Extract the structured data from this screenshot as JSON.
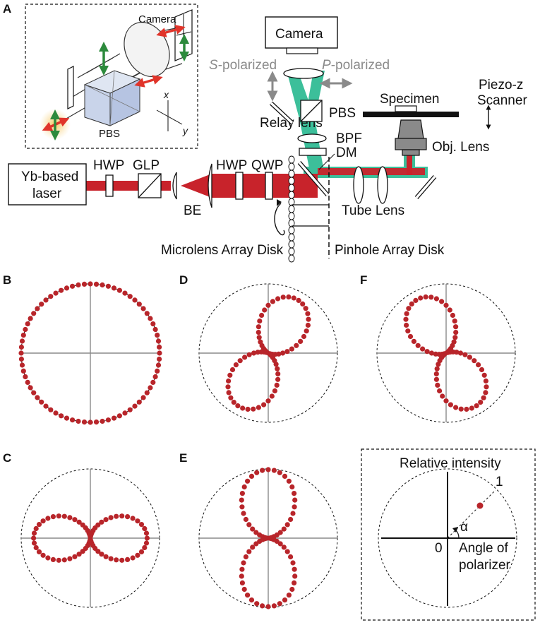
{
  "panels": {
    "a": "A",
    "b": "B",
    "c": "C",
    "d": "D",
    "e": "E",
    "f": "F"
  },
  "setup": {
    "laser": [
      "Yb-based",
      "laser"
    ],
    "hwp1": "HWP",
    "glp": "GLP",
    "be": "BE",
    "hwp2": "HWP",
    "qwp": "QWP",
    "microlens": "Microlens Array Disk",
    "pinhole": "Pinhole Array Disk",
    "camera": "Camera",
    "s_pol": {
      "letter": "S",
      "rest": "-polarized"
    },
    "p_pol": {
      "letter": "P",
      "rest": "-polarized"
    },
    "pbs": "PBS",
    "relay": "Relay lens",
    "bpf": "BPF",
    "dm": "DM",
    "tube": "Tube Lens",
    "specimen": "Specimen",
    "piezo": [
      "Piezo-z",
      "Scanner"
    ],
    "obj": "Obj. Lens"
  },
  "inset": {
    "camera": "Camera",
    "pbs": "PBS",
    "x": "x",
    "y": "y"
  },
  "legend": {
    "title": "Relative intensity",
    "one": "1",
    "zero": "0",
    "alpha": "α",
    "axis": [
      "Angle of",
      "polarizer"
    ]
  },
  "chart_data": [
    {
      "panel": "B",
      "type": "scatter",
      "shape": "polar",
      "description_values": {
        "pattern": "circle",
        "max_intensity": 1.0,
        "a": 0.0,
        "orientation_deg": 0
      }
    },
    {
      "panel": "C",
      "type": "scatter",
      "shape": "polar",
      "description_values": {
        "pattern": "cos2-lobes",
        "max_intensity": 0.8,
        "orientation_deg": 0
      }
    },
    {
      "panel": "D",
      "type": "scatter",
      "shape": "polar",
      "description_values": {
        "pattern": "cos2-lobes",
        "max_intensity": 0.86,
        "orientation_deg": 62
      }
    },
    {
      "panel": "E",
      "type": "scatter",
      "shape": "polar",
      "description_values": {
        "pattern": "cos2-lobes",
        "max_intensity": 0.97,
        "orientation_deg": 90
      }
    },
    {
      "panel": "F",
      "type": "scatter",
      "shape": "polar",
      "description_values": {
        "pattern": "cos2-lobes",
        "max_intensity": 0.86,
        "orientation_deg": 118
      }
    }
  ],
  "colors": {
    "laser": "#c8232b",
    "fluor": "#3cbf9a",
    "dot": "#b8252a",
    "arrow_green": "#2c8a3c",
    "arrow_red": "#e0342a",
    "gray": "#8a8a8a"
  }
}
